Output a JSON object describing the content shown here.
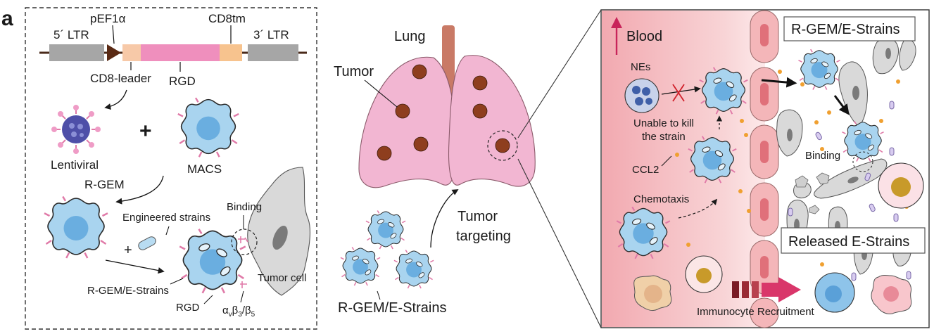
{
  "panel_letter": "a",
  "construct": {
    "ltr5": "5´ LTR",
    "promoter": "pEF1α",
    "cd8tm": "CD8tm",
    "ltr3": "3´ LTR",
    "cd8_leader": "CD8-leader",
    "rgd": "RGD"
  },
  "left_panel": {
    "lentiviral": "Lentiviral",
    "plus": "+",
    "macs": "MACS",
    "r_gem": "R-GEM",
    "engineered_strains": "Engineered strains",
    "plus2": "+",
    "binding": "Binding",
    "tumor_cell": "Tumor cell",
    "r_gem_e_strains": "R-GEM/E-Strains",
    "rgd": "RGD",
    "integrin_a": "α",
    "integrin_a_sub": "v",
    "integrin_b": "β",
    "integrin_b_sub": "3",
    "integrin_slash": "/β",
    "integrin_b2_sub": "5"
  },
  "middle_panel": {
    "lung": "Lung",
    "tumor": "Tumor",
    "tumor_targeting_1": "Tumor",
    "tumor_targeting_2": "targeting",
    "r_gem_e_strains": "R-GEM/E-Strains"
  },
  "right_panel": {
    "blood": "Blood",
    "r_gem_e_strains_box": "R-GEM/E-Strains",
    "nes": "NEs",
    "unable_1": "Unable to kill",
    "unable_2": "the strain",
    "ccl2": "CCL2",
    "chemotaxis": "Chemotaxis",
    "binding": "Binding",
    "released_box": "Released E-Strains",
    "immunocyte": "Immunocyte Recruitment"
  },
  "colors": {
    "macs_fill": "#a9d4ef",
    "macs_stroke": "#2b2b2b",
    "nucleus": "#6aaee0",
    "rgd_tick": "#e07aa8",
    "lung_fill": "#f2b6d2",
    "trachea": "#c97a66",
    "tumor": "#8e3e1e",
    "blood_bg": "#f6c4c8",
    "tumor_cell": "#d6d6d6",
    "gene_gray": "#a6a6a6",
    "gene_pink": "#ef8fbd",
    "gene_peach": "#f7c38e",
    "ccl2_dot": "#f0a030",
    "arrow_red": "#d9366a"
  }
}
